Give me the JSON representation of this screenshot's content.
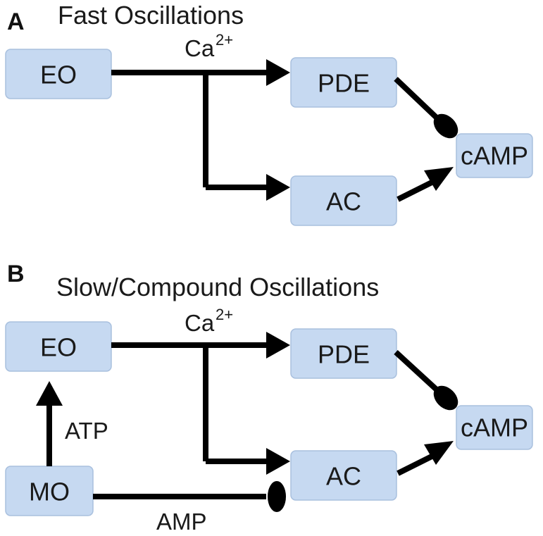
{
  "panel_a": {
    "letter": "A",
    "title": "Fast Oscillations",
    "nodes": {
      "eo": "EO",
      "pde": "PDE",
      "ac": "AC",
      "camp": "cAMP"
    },
    "ca_label": {
      "base": "Ca",
      "sup": "2+"
    }
  },
  "panel_b": {
    "letter": "B",
    "title": "Slow/Compound Oscillations",
    "nodes": {
      "eo": "EO",
      "pde": "PDE",
      "ac": "AC",
      "camp": "cAMP",
      "mo": "MO"
    },
    "ca_label": {
      "base": "Ca",
      "sup": "2+"
    },
    "atp_label": "ATP",
    "amp_label": "AMP"
  },
  "colors": {
    "box_fill": "#c6d9f1",
    "box_stroke": "#a9c0de",
    "ink": "#000000"
  }
}
